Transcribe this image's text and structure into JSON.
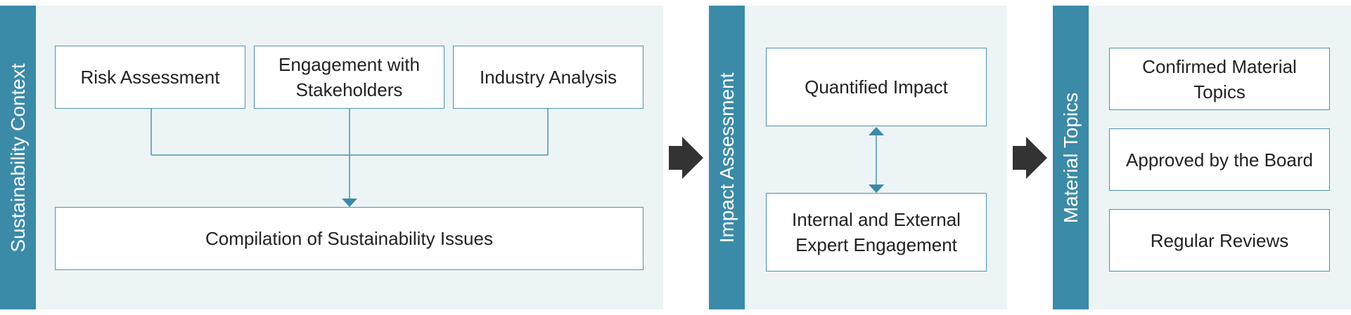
{
  "colors": {
    "band": "#3b8aa7",
    "panel_bg": "#edf4f6",
    "box_border": "#4d93ad",
    "arrow": "#333333"
  },
  "panels": {
    "sustainability_context": {
      "label": "Sustainability Context",
      "risk_assessment": "Risk Assessment",
      "engagement_stakeholders": "Engagement with Stakeholders",
      "industry_analysis": "Industry Analysis",
      "compilation": "Compilation of Sustainability Issues"
    },
    "impact_assessment": {
      "label": "Impact Assessment",
      "quantified_impact": "Quantified Impact",
      "expert_engagement": "Internal and External Expert Engagement"
    },
    "material_topics": {
      "label": "Material Topics",
      "confirmed": "Confirmed Material Topics",
      "approved": "Approved by the Board",
      "reviews": "Regular Reviews"
    }
  },
  "icons": {
    "step_arrow": "right-block-arrow-icon"
  }
}
